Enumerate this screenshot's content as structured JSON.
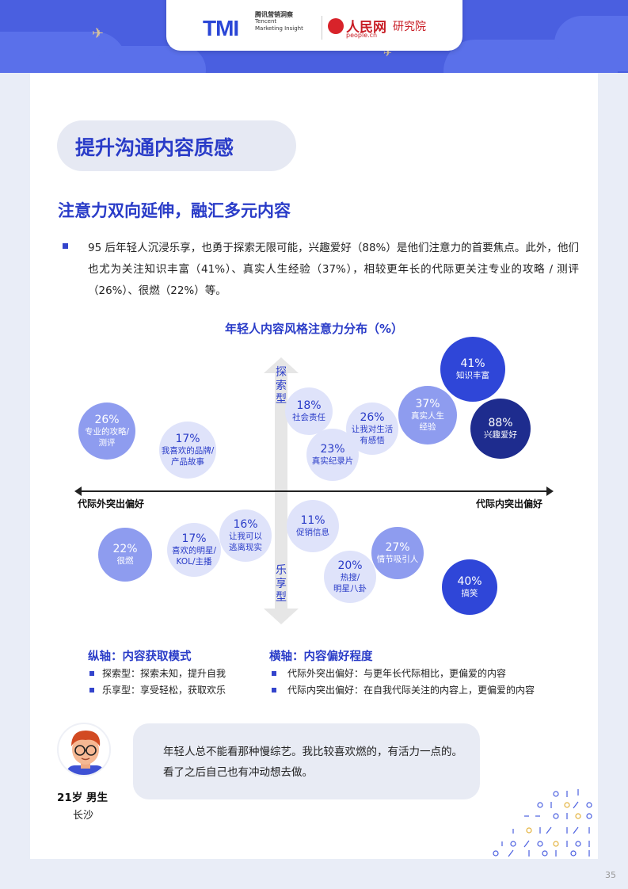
{
  "header": {
    "tmi_logo": "TMI",
    "tmi_line1": "腾讯营销洞察",
    "tmi_line2": "Tencent",
    "tmi_line3": "Marketing Insight",
    "people_logo": "人民网",
    "people_url": "people.cn",
    "people_institute": "研究院"
  },
  "section_title": "提升沟通内容质感",
  "subtitle": "注意力双向延伸，融汇多元内容",
  "paragraph": "95 后年轻人沉浸乐享，也勇于探索无限可能，兴趣爱好（88%）是他们注意力的首要焦点。此外，他们也尤为关注知识丰富（41%）、真实人生经验（37%），相较更年长的代际更关注专业的攻略 / 测评（26%）、很燃（22%）等。",
  "chart_data": {
    "type": "scatter",
    "title": "年轻人内容风格注意力分布（%）",
    "y_axis": {
      "top_label": "探索型",
      "bottom_label": "乐享型"
    },
    "x_axis": {
      "left_label": "代际外突出偏好",
      "right_label": "代际内突出偏好"
    },
    "points": [
      {
        "value": "41%",
        "label": "知识丰富",
        "tone": "strong"
      },
      {
        "value": "88%",
        "label": "兴趣爱好",
        "tone": "dark"
      },
      {
        "value": "37%",
        "label": "真实人生 经验",
        "tone": "mid"
      },
      {
        "value": "26%",
        "label": "让我对生活 有感悟",
        "tone": "light"
      },
      {
        "value": "18%",
        "label": "社会责任",
        "tone": "light"
      },
      {
        "value": "23%",
        "label": "真实纪录片",
        "tone": "light"
      },
      {
        "value": "26%",
        "label": "专业的攻略/ 测评",
        "tone": "mid"
      },
      {
        "value": "17%",
        "label": "我喜欢的品牌/ 产品故事",
        "tone": "light"
      },
      {
        "value": "22%",
        "label": "很燃",
        "tone": "mid"
      },
      {
        "value": "17%",
        "label": "喜欢的明星/ KOL/主播",
        "tone": "light"
      },
      {
        "value": "16%",
        "label": "让我可以 逃离现实",
        "tone": "light"
      },
      {
        "value": "11%",
        "label": "促销信息",
        "tone": "light"
      },
      {
        "value": "20%",
        "label": "热搜/ 明星八卦",
        "tone": "light"
      },
      {
        "value": "27%",
        "label": "情节吸引人",
        "tone": "mid"
      },
      {
        "value": "40%",
        "label": "搞笑",
        "tone": "strong"
      }
    ]
  },
  "legend": {
    "vertical_title": "纵轴：内容获取模式",
    "vertical_items": [
      "探索型：探索未知，提升自我",
      "乐享型：享受轻松，获取欢乐"
    ],
    "horizontal_title": "横轴：内容偏好程度",
    "horizontal_items": [
      "代际外突出偏好：与更年长代际相比，更偏爱的内容",
      "代际内突出偏好：在自我代际关注的内容上，更偏爱的内容"
    ]
  },
  "quote": {
    "text": "年轻人总不能看那种慢综艺。我比较喜欢燃的，有活力一点的。看了之后自己也有冲动想去做。",
    "age_gender": "21岁 男生",
    "city": "长沙"
  },
  "page_number": "35",
  "colors": {
    "brand": "#2a3cc8",
    "header_band": "#4a5fe0",
    "bubble_light": "#dfe3fa",
    "bubble_mid": "#8e9cef",
    "bubble_strong": "#2f46d8",
    "bubble_dark": "#1e2c8e"
  }
}
